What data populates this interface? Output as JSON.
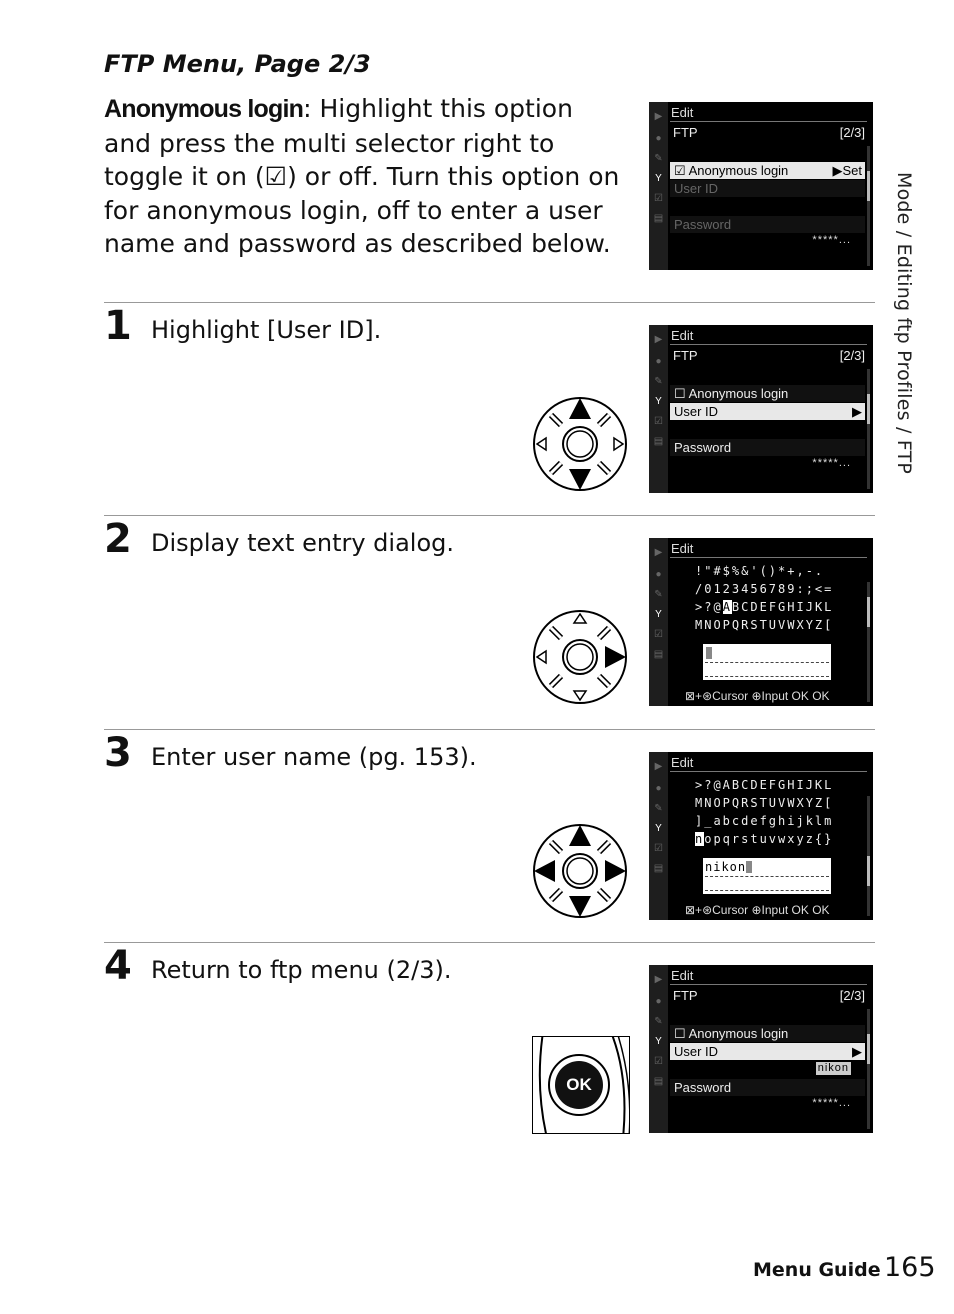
{
  "section_title": "FTP Menu, Page 2/3",
  "intro": {
    "option_label": "Anonymous login",
    "text_1": ": Highlight this option and press the multi selector right to toggle it on (",
    "check_glyph": "☑",
    "text_2": ") or off.  Turn this option on for anonymous login, off to enter a user name and password as described below."
  },
  "steps": [
    {
      "num": "1",
      "text": "Highlight [User ID]."
    },
    {
      "num": "2",
      "text": "Display text entry dialog."
    },
    {
      "num": "3",
      "text": "Enter user name (pg. 153)."
    },
    {
      "num": "4",
      "text": "Return to ftp menu (2/3)."
    }
  ],
  "screen": {
    "edit": "Edit",
    "ftp": "FTP",
    "page": "[2/3]",
    "anon": "Anonymous login",
    "set": "▶Set",
    "user_id": "User ID",
    "password": "Password",
    "pw_value": "*****...",
    "arrow": "▶",
    "checked": "☑",
    "unchecked": "☐",
    "nikon": "nikon",
    "footer": "⊠+⊛Cursor  ⊕Input  OK OK",
    "keys_a": [
      "!\"#$%&'()*+,-.",
      "/0123456789:;<=",
      ">?@",
      "BCDEFGHIJKL",
      "MNOPQRSTUVWXYZ["
    ],
    "keys_a_hi": "A",
    "keys_b": [
      ">?@ABCDEFGHIJKL",
      "MNOPQRSTUVWXYZ[",
      "]_abcdefghijklm",
      "opqrstuvwxyz{}"
    ],
    "keys_b_hi": "n"
  },
  "ok_label": "OK",
  "side_text": "Mode / Editing ftp Profiles / FTP",
  "footer": {
    "label": "Menu Guide",
    "page": "165"
  }
}
